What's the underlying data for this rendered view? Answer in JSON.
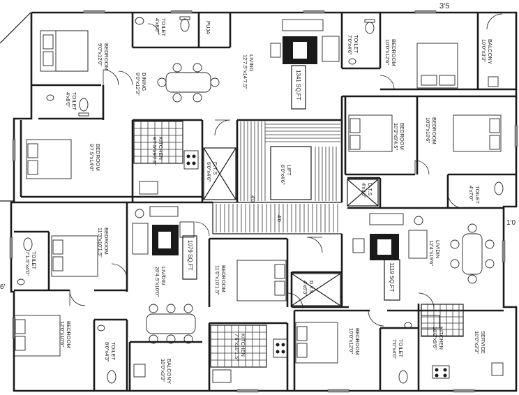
{
  "compass": {
    "top_right": "3'5",
    "right": "1'0",
    "left": "6'"
  },
  "rooms": {
    "bedroom_nw": {
      "name": "BEDROOM",
      "size": "9'0\"x12'0\""
    },
    "toilet_nw": {
      "name": "TOILET",
      "size": "4'x8'0\""
    },
    "puja": {
      "name": "PUJA"
    },
    "dining_n": {
      "name": "DINING",
      "size": "9'0\"x12'3\""
    },
    "toilet_w2": {
      "name": "TOILET",
      "size": "4'x8'0\""
    },
    "living_n": {
      "name": "LIVING",
      "size": "12'7.5\"x14'7.5\""
    },
    "sqft_n": {
      "text": "1341 SQ.FT"
    },
    "toilet_ne": {
      "name": "TOILET",
      "size": "7'0\"x4'6\""
    },
    "bedroom_ne": {
      "name": "BEDROOM",
      "size": "10'0\"x12'6\""
    },
    "balcony_ne": {
      "name": "BALCONY",
      "size": "10'0\"x3'3\""
    },
    "bedroom_w": {
      "name": "BEDROOM",
      "size": "9'7.5\"x14'0\""
    },
    "kitchen_n": {
      "name": "KITCHEN",
      "size": "9'7.5\"x9'7.5\""
    },
    "duct_center": {
      "name": "D.T.S",
      "size": "6'0\"x4'6\""
    },
    "lift": {
      "name": "LIFT",
      "size": "6'0\"x4'6\""
    },
    "bedroom_e1": {
      "name": "BEDROOM",
      "size": "10'3\"x9'4.5\""
    },
    "bedroom_e2": {
      "name": "BEDROOM",
      "size": "10'3\"x10'6\""
    },
    "duct_e": {
      "name": "D.T.S",
      "size": "4'x3'0\""
    },
    "toilet_e": {
      "name": "TOILET",
      "size": "4'x7'0\""
    },
    "bedroom_sw1": {
      "name": "BEDROOM",
      "size": "11'3\"x10'1.5\""
    },
    "toilet_w3": {
      "name": "TOILET",
      "size": "7'1.5\"x4'0\""
    },
    "livdin_sw": {
      "name": "LIV/DIN",
      "size": "20'4.5\"x10'0\""
    },
    "sqft_sw": {
      "text": "1079 SQ.FT"
    },
    "bedroom_sw2": {
      "name": "BEDROOM",
      "size": "12'0\"x10'6\""
    },
    "toilet_sw": {
      "name": "TOILET",
      "size": "8'0\"x4'3\""
    },
    "balcony_s": {
      "name": "BALCONY",
      "size": "10'0\"x3'3\""
    },
    "bedroom_c": {
      "name": "BEDROOM",
      "size": "11'0\"x10'1.5\""
    },
    "kitchen_s": {
      "name": "KITCHEN",
      "size": "7'6\"x10'1.5\""
    },
    "duct_s": {
      "name": "D.T.S",
      "size": "4'x6'3\""
    },
    "sqft_se": {
      "text": "1119 SQ.FT"
    },
    "livdin_se": {
      "name": "LIV/DIN",
      "size": "12'4\"x19'6\""
    },
    "bedroom_se": {
      "name": "BEDROOM",
      "size": "10'0\"x12'0\""
    },
    "toilet_se": {
      "name": "TOILET",
      "size": "7'0\"x4'0\""
    },
    "kitchen_se": {
      "name": "KITCHEN",
      "size": "10'0\"x9'6\""
    },
    "service_se": {
      "name": "SERVICE",
      "size": "10'0\"x3'3\""
    }
  },
  "marks": {
    "stair_a": "4'0",
    "stair_b": "4'0"
  }
}
